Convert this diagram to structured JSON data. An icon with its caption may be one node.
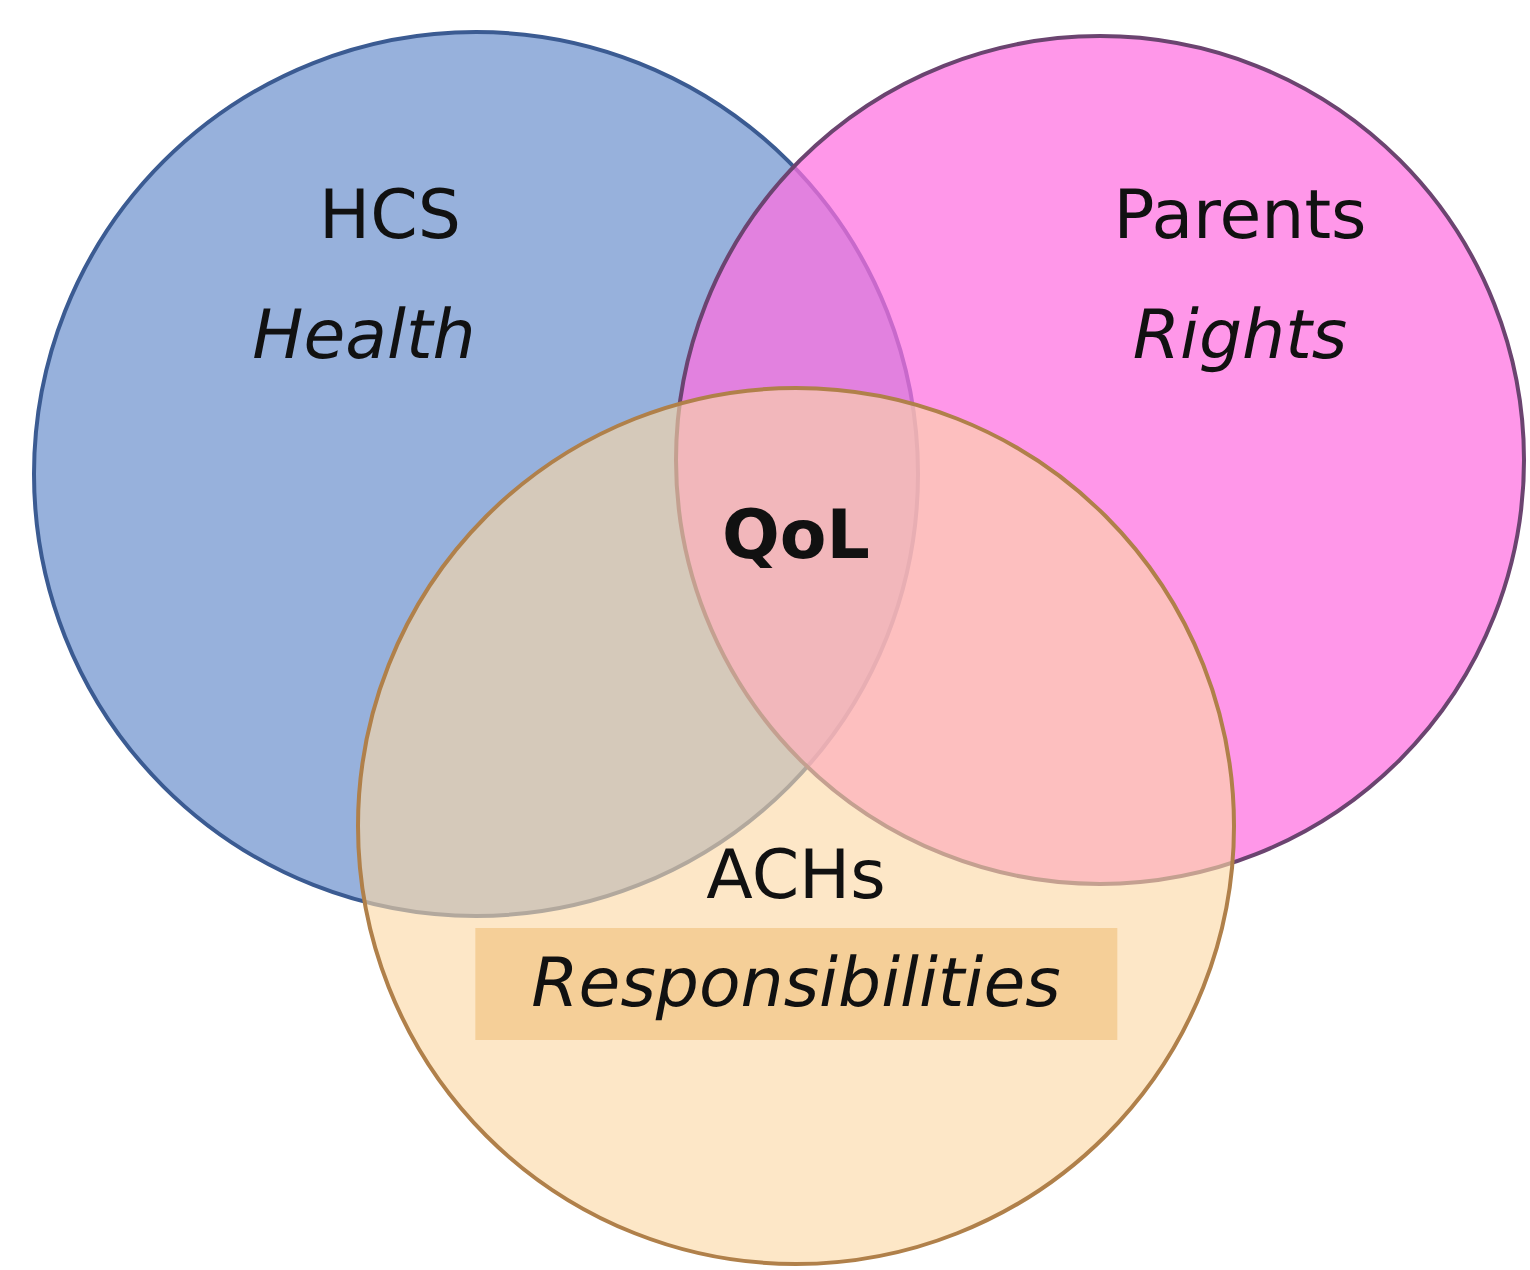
{
  "diagram": {
    "nodes": [
      {
        "text": [
          "HCS",
          "Health"
        ]
      },
      {
        "text": [
          "Parents",
          "Rights"
        ]
      },
      {
        "text": [
          "ACHs",
          "Responsibilities"
        ]
      }
    ],
    "labels": [
      "QoL"
    ]
  }
}
